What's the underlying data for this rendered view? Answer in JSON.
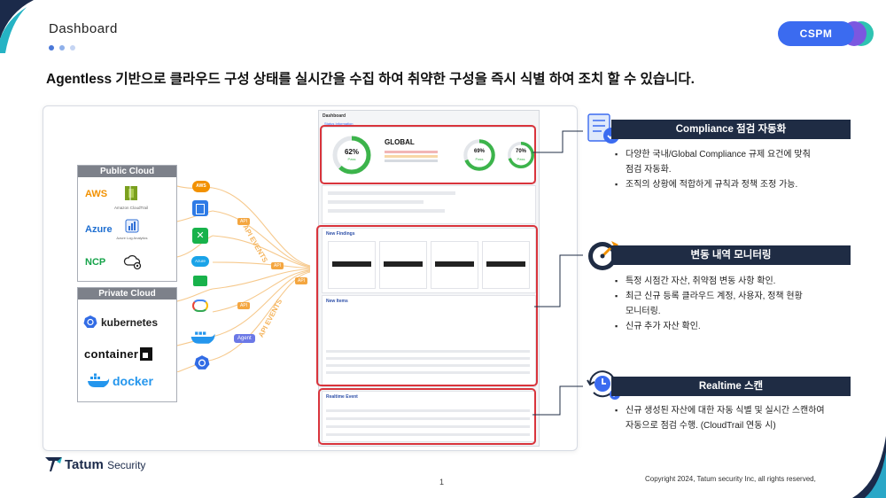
{
  "slide": {
    "section": "Dashboard",
    "badge": "CSPM",
    "headline": "Agentless 기반으로 클라우드 구성 상태를 실시간을 수집 하여  취약한 구성을 즉시 식별 하여 조치 할 수 있습니다.",
    "page_number": "1",
    "copyright": "Copyright 2024, Tatum security Inc, all rights reserved,",
    "logo": {
      "brand": "Tatum",
      "suffix": "Security"
    },
    "colors": {
      "accent": "#3b6bf0",
      "purple": "#7b57e0",
      "teal": "#2fc3b2",
      "navy": "#1f2c44",
      "red": "#d9343c"
    }
  },
  "diagram": {
    "public_cloud": {
      "title": "Public Cloud",
      "providers": [
        {
          "name": "AWS",
          "color": "#f29100",
          "icon": "cloudtrail-icon",
          "icon_label": "Amazon CloudTrail"
        },
        {
          "name": "Azure",
          "color": "#1f6fd1",
          "icon": "azure-log-analytics-icon",
          "icon_label": "Azure Log Analytics"
        },
        {
          "name": "NCP",
          "color": "#16a34a",
          "icon": "ncp-cloud-gear-icon",
          "icon_label": ""
        }
      ]
    },
    "private_cloud": {
      "title": "Private Cloud",
      "platforms": [
        "kubernetes",
        "container",
        "docker"
      ]
    },
    "flow_labels": [
      "API",
      "API",
      "API",
      "API",
      "Agent"
    ],
    "event_labels": [
      "API EVENTS",
      "API EVENTS"
    ]
  },
  "dashboard": {
    "title": "Dashboard",
    "status_label": "Status Information",
    "gauges": [
      {
        "percent": "62%",
        "sub": "Pass"
      },
      {
        "percent": "69%",
        "sub": "Pass"
      },
      {
        "percent": "70%",
        "sub": "Pass"
      }
    ],
    "gauge_values": [
      0.62,
      0.69,
      0.7
    ],
    "global_label": "GLOBAL",
    "section_new_findings": "New Findings",
    "section_new_items": "New Items",
    "section_realtime": "Realtime Event"
  },
  "features": [
    {
      "icon": "compliance-checklist-icon",
      "title": "Compliance 점검 자동화",
      "bullets": [
        [
          "다양한 국내/Global Compliance 규제 요건에 맞춰",
          "점검 자동화."
        ],
        [
          "조직의 상황에 적합하게 규칙과 정책 조정 가능."
        ]
      ]
    },
    {
      "icon": "monitoring-gauge-icon",
      "title": "변동 내역 모니터링",
      "bullets": [
        [
          "특정 시점간 자산, 취약점 변동 사항 확인."
        ],
        [
          "최근 신규 등록 클라우드 계정, 사용자, 정책 현황",
          "모니터링."
        ],
        [
          "신규 추가 자산 확인."
        ]
      ]
    },
    {
      "icon": "realtime-clock-icon",
      "title": "Realtime 스캔",
      "bullets": [
        [
          "신규 생성된 자산에 대한 자동 식별 및 실시간 스캔하여",
          "자동으로 점검 수행. (CloudTrail 연동 시)"
        ]
      ]
    }
  ]
}
